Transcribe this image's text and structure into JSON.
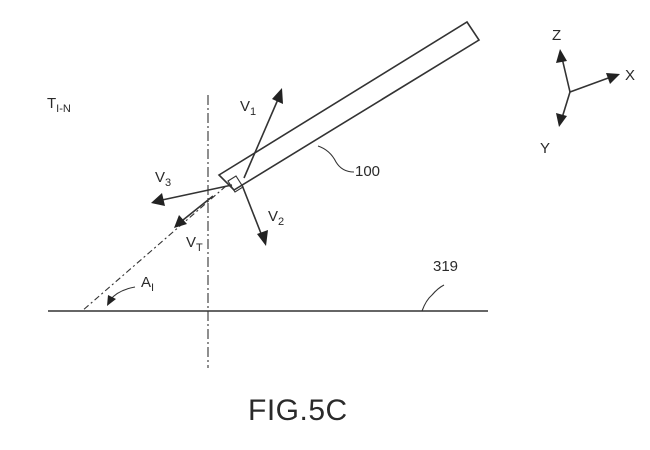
{
  "figure": {
    "caption": "FIG.5C",
    "labels": {
      "tin_main": "T",
      "tin_sub": "I-N",
      "v1_main": "V",
      "v1_sub": "1",
      "v2_main": "V",
      "v2_sub": "2",
      "v3_main": "V",
      "v3_sub": "3",
      "vt_main": "V",
      "vt_sub": "T",
      "ai_main": "A",
      "ai_sub": "I",
      "ref_100": "100",
      "ref_319": "319"
    },
    "axes": {
      "z": "Z",
      "x": "X",
      "y": "Y"
    },
    "colors": {
      "ink": "#333333",
      "background": "#ffffff"
    }
  }
}
